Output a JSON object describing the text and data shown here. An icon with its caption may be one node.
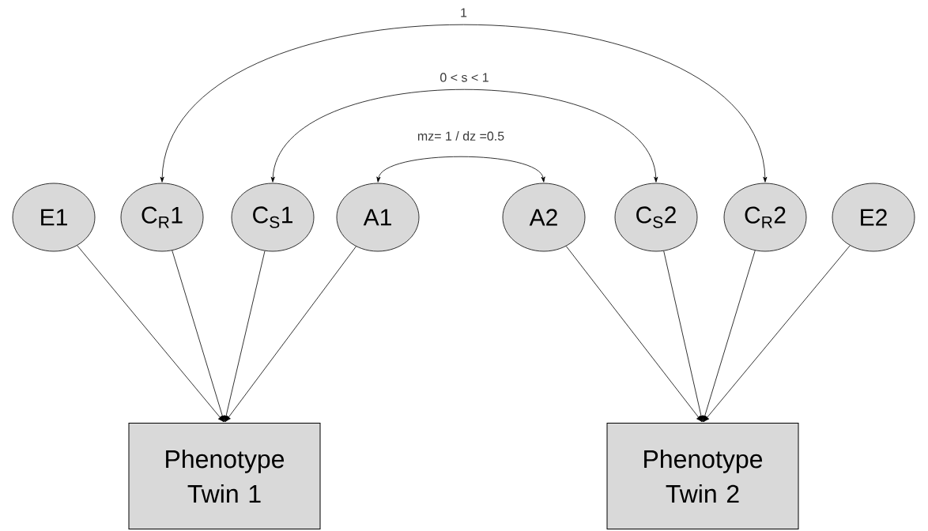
{
  "diagram": {
    "nodes": [
      {
        "text": [
          "E1"
        ]
      },
      {
        "text": [
          "C$_{R}$1"
        ]
      },
      {
        "text": [
          "C$_{S}$1"
        ]
      },
      {
        "text": [
          "A1"
        ]
      },
      {
        "text": [
          "A2"
        ]
      },
      {
        "text": [
          "C$_{S}$2"
        ]
      },
      {
        "text": [
          "C$_{R}$2"
        ]
      },
      {
        "text": [
          "E2"
        ]
      },
      {
        "text": [
          "Phenotype Twin 1"
        ]
      },
      {
        "text": [
          "Phenotype Twin 2"
        ]
      }
    ],
    "edges": [
      {
        "from": 1,
        "to": 6,
        "arrow": "both",
        "label": "1"
      },
      {
        "from": 2,
        "to": 5,
        "arrow": "both",
        "label": "0 < s < 1"
      },
      {
        "from": 3,
        "to": 4,
        "arrow": "both",
        "label": "mz= 1 / dz =0.5"
      },
      {
        "from": 0,
        "to": 8,
        "arrow": "to"
      },
      {
        "from": 1,
        "to": 8,
        "arrow": "to"
      },
      {
        "from": 2,
        "to": 8,
        "arrow": "to"
      },
      {
        "from": 3,
        "to": 8,
        "arrow": "to"
      },
      {
        "from": 4,
        "to": 9,
        "arrow": "to"
      },
      {
        "from": 5,
        "to": 9,
        "arrow": "to"
      },
      {
        "from": 6,
        "to": 9,
        "arrow": "to"
      },
      {
        "from": 7,
        "to": 9,
        "arrow": "to"
      }
    ]
  }
}
